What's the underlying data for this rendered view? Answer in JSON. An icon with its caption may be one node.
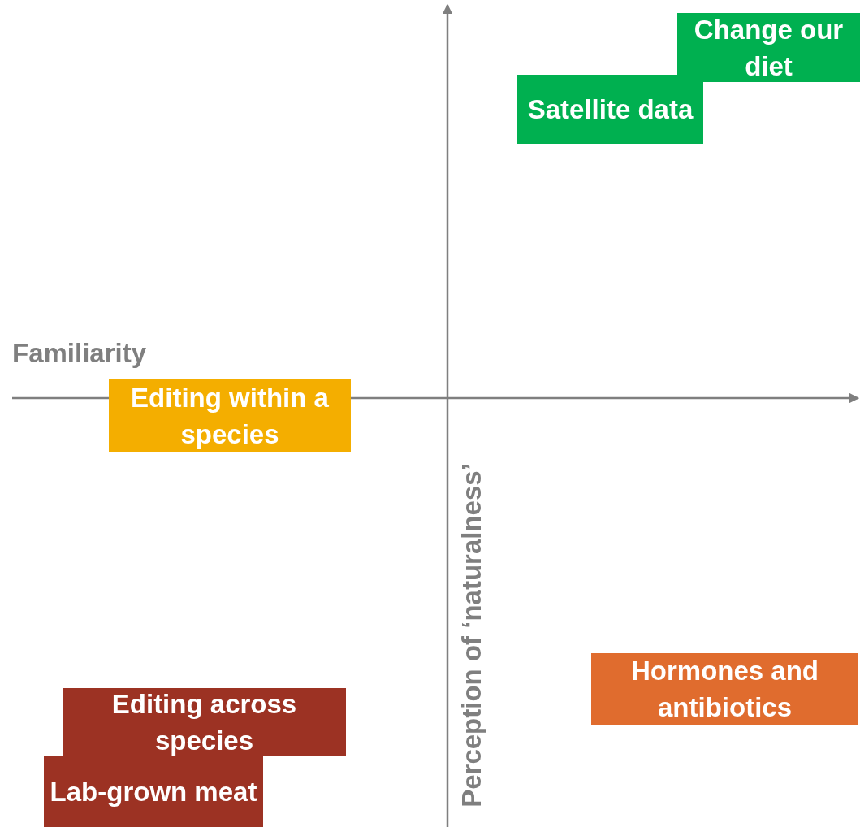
{
  "diagram": {
    "nodes": [
      {
        "text": [
          "Change our diet"
        ]
      },
      {
        "text": [
          "Satellite data"
        ]
      },
      {
        "text": [
          "Editing within a species"
        ]
      },
      {
        "text": [
          "Hormones and antibiotics"
        ]
      },
      {
        "text": [
          "Editing across species"
        ]
      },
      {
        "text": [
          "Lab-grown meat"
        ]
      }
    ],
    "edges": [],
    "labels": [
      "Familiarity",
      "Perception of ‘naturalness’"
    ]
  }
}
